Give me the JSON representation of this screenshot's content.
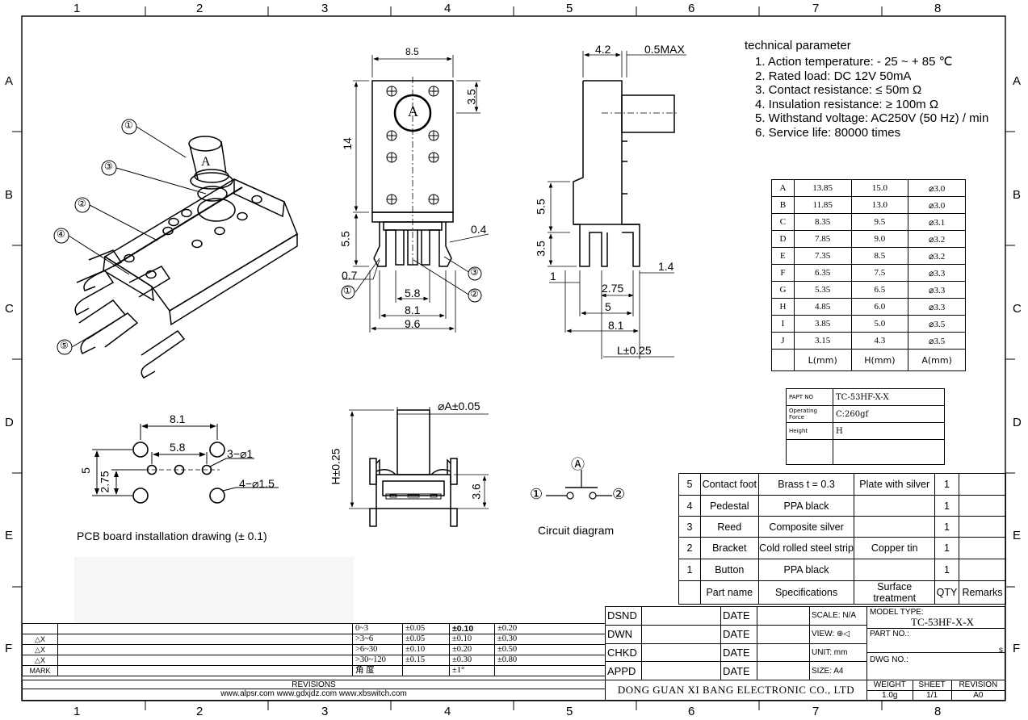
{
  "zones": {
    "columns": [
      "1",
      "2",
      "3",
      "4",
      "5",
      "6",
      "7",
      "8"
    ],
    "rows": [
      "A",
      "B",
      "C",
      "D",
      "E",
      "F"
    ]
  },
  "technical": {
    "title": "technical parameter",
    "items": [
      "1. Action temperature: - 25 ~ + 85 ℃",
      "2. Rated load: DC 12V 50mA",
      "3. Contact resistance: ≤  50m Ω",
      "4. Insulation resistance: ≥  100m Ω",
      "5. Withstand voltage: AC250V (50 Hz) / min",
      "6. Service life: 80000 times"
    ]
  },
  "lha_table": {
    "rows": [
      [
        "A",
        "13.85",
        "15.0",
        "⌀3.0"
      ],
      [
        "B",
        "11.85",
        "13.0",
        "⌀3.0"
      ],
      [
        "C",
        "8.35",
        "9.5",
        "⌀3.1"
      ],
      [
        "D",
        "7.85",
        "9.0",
        "⌀3.2"
      ],
      [
        "E",
        "7.35",
        "8.5",
        "⌀3.2"
      ],
      [
        "F",
        "6.35",
        "7.5",
        "⌀3.3"
      ],
      [
        "G",
        "5.35",
        "6.5",
        "⌀3.3"
      ],
      [
        "H",
        "4.85",
        "6.0",
        "⌀3.3"
      ],
      [
        "I",
        "3.85",
        "5.0",
        "⌀3.5"
      ],
      [
        "J",
        "3.15",
        "4.3",
        "⌀3.5"
      ]
    ],
    "header": [
      "",
      "L(mm)",
      "H(mm)",
      "A(mm)"
    ]
  },
  "part_info": {
    "rows": [
      [
        "PAPT NO",
        "TC-53HF-X-X"
      ],
      [
        "Operating Force",
        "C:260gf"
      ],
      [
        "Height",
        "H"
      ],
      [
        "",
        ""
      ]
    ]
  },
  "bom": {
    "rows": [
      [
        "5",
        "Contact foot",
        "Brass t = 0.3",
        "Plate with silver",
        "1",
        ""
      ],
      [
        "4",
        "Pedestal",
        "PPA black",
        "",
        "1",
        ""
      ],
      [
        "3",
        "Reed",
        "Composite silver",
        "",
        "1",
        ""
      ],
      [
        "2",
        "Bracket",
        "Cold rolled steel strip",
        "Copper tin",
        "1",
        ""
      ],
      [
        "1",
        "Button",
        "PPA black",
        "",
        "1",
        ""
      ]
    ],
    "header": [
      "",
      "Part name",
      "Specifications",
      "Surface treatment",
      "QTY",
      "Remarks"
    ]
  },
  "tolerance": {
    "rows": [
      [
        "",
        "",
        "0~3",
        "±0.05",
        "±0.10",
        "±0.20"
      ],
      [
        "△X",
        "",
        ">3~6",
        "±0.05",
        "±0.10",
        "±0.30"
      ],
      [
        "△X",
        "",
        ">6~30",
        "±0.10",
        "±0.20",
        "±0.50"
      ],
      [
        "△X",
        "",
        ">30~120",
        "±0.15",
        "±0.30",
        "±0.80"
      ],
      [
        "MARK",
        "",
        "角  度",
        "",
        "±1°",
        ""
      ]
    ],
    "revisions": "REVISIONS",
    "websites": "www.alpsr.com   www.gdxjdz.com   www.xbswitch.com"
  },
  "title_block": {
    "rows": [
      [
        "DSND",
        "",
        "DATE",
        ""
      ],
      [
        "DWN",
        "",
        "DATE",
        ""
      ],
      [
        "CHKD",
        "",
        "DATE",
        ""
      ],
      [
        "APPD",
        "",
        "DATE",
        ""
      ]
    ],
    "scale": "SCALE: N/A",
    "view": "VIEW:",
    "unit": "UNIT:  mm",
    "size": "SIZE:  A4",
    "model_type_label": "MODEL TYPE:",
    "model_type": "TC-53HF-X-X",
    "part_no_label": "PART NO.:",
    "part_no_suffix": "s",
    "dwg_no_label": "DWG NO.:",
    "company": "DONG GUAN XI BANG ELECTRONIC CO., LTD",
    "weight_label": "WEIGHT",
    "weight": "1.0g",
    "sheet_label": "SHEET",
    "sheet": "1/1",
    "revision_label": "REVISION",
    "revision": "A0"
  },
  "captions": {
    "pcb": "PCB board installation drawing (± 0.1)",
    "circuit": "Circuit diagram"
  },
  "dimensions": {
    "front": [
      "8.5",
      "3.5",
      "14",
      "5.5",
      "0.4",
      "0.7",
      "5.8",
      "8.1",
      "9.6"
    ],
    "side": [
      "4.2",
      "0.5MAX",
      "5.5",
      "3.5",
      "1",
      "1.4",
      "2.75",
      "5",
      "8.1",
      "L±0.25"
    ],
    "pcb": [
      "8.1",
      "5.8",
      "3−⌀1",
      "5",
      "2.75",
      "4−⌀1.5"
    ],
    "bottom": [
      "⌀A±0.05",
      "H±0.25",
      "3.6"
    ],
    "callouts": [
      "①",
      "②",
      "③",
      "④",
      "⑤"
    ],
    "circuit": [
      "Ⓐ",
      "①",
      "②"
    ],
    "button_letter": "A"
  }
}
